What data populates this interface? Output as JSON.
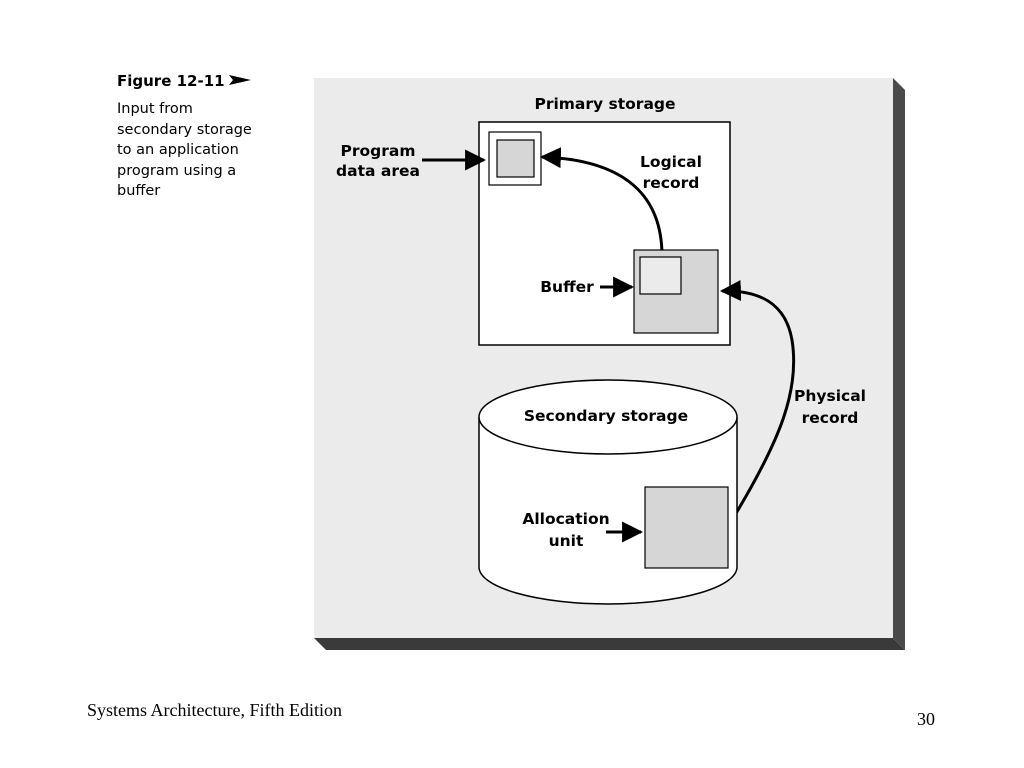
{
  "figure": {
    "title": "Figure 12-11",
    "title_icon": "triangle-right-icon",
    "description": "Input from secondary storage to an application program using a buffer"
  },
  "diagram": {
    "primary_storage": "Primary storage",
    "program_data_area": [
      "Program",
      "data area"
    ],
    "logical_record": [
      "Logical",
      "record"
    ],
    "buffer": "Buffer",
    "secondary_storage": "Secondary storage",
    "allocation_unit": [
      "Allocation",
      "unit"
    ],
    "physical_record": [
      "Physical",
      "record"
    ]
  },
  "footer": {
    "book_title": "Systems Architecture, Fifth Edition",
    "page_number": "30"
  },
  "colors": {
    "panel_background": "#ebebeb",
    "panel_shadow": "#4a4a4a",
    "box_fill": "#ffffff",
    "shaded_fill": "#d6d6d6",
    "stroke": "#000000"
  }
}
